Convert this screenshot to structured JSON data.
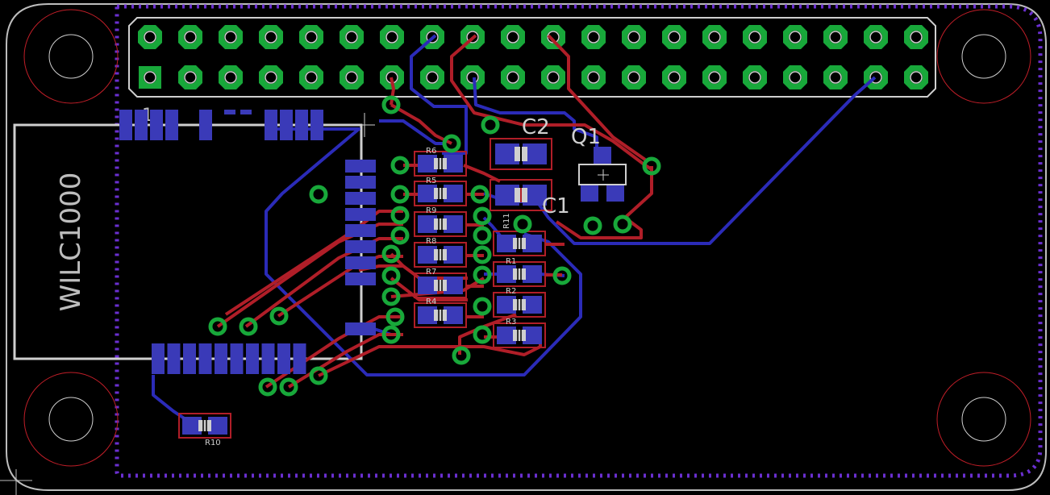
{
  "board": {
    "background_color": "#000000",
    "outline_color": "#cfcfcf",
    "keepout_color": "#6a2fd0",
    "top_copper_color": "#b01e28",
    "bottom_copper_color": "#2b2bb8",
    "via_color": "#18a83a",
    "pad_color": "#3a3ab8",
    "mounting_hole_color": "#c01e28"
  },
  "labels": {
    "module": "WILC1000",
    "pin1": "1",
    "c2": "C2",
    "q1": "Q1",
    "c1": "C1",
    "r1": "R1",
    "r2": "R2",
    "r3": "R3",
    "r4": "R4",
    "r5": "R5",
    "r6": "R6",
    "r7": "R7",
    "r8": "R8",
    "r9": "R9",
    "r10": "R10",
    "r11": "R11"
  },
  "header": {
    "columns": 20,
    "rows": 2
  }
}
